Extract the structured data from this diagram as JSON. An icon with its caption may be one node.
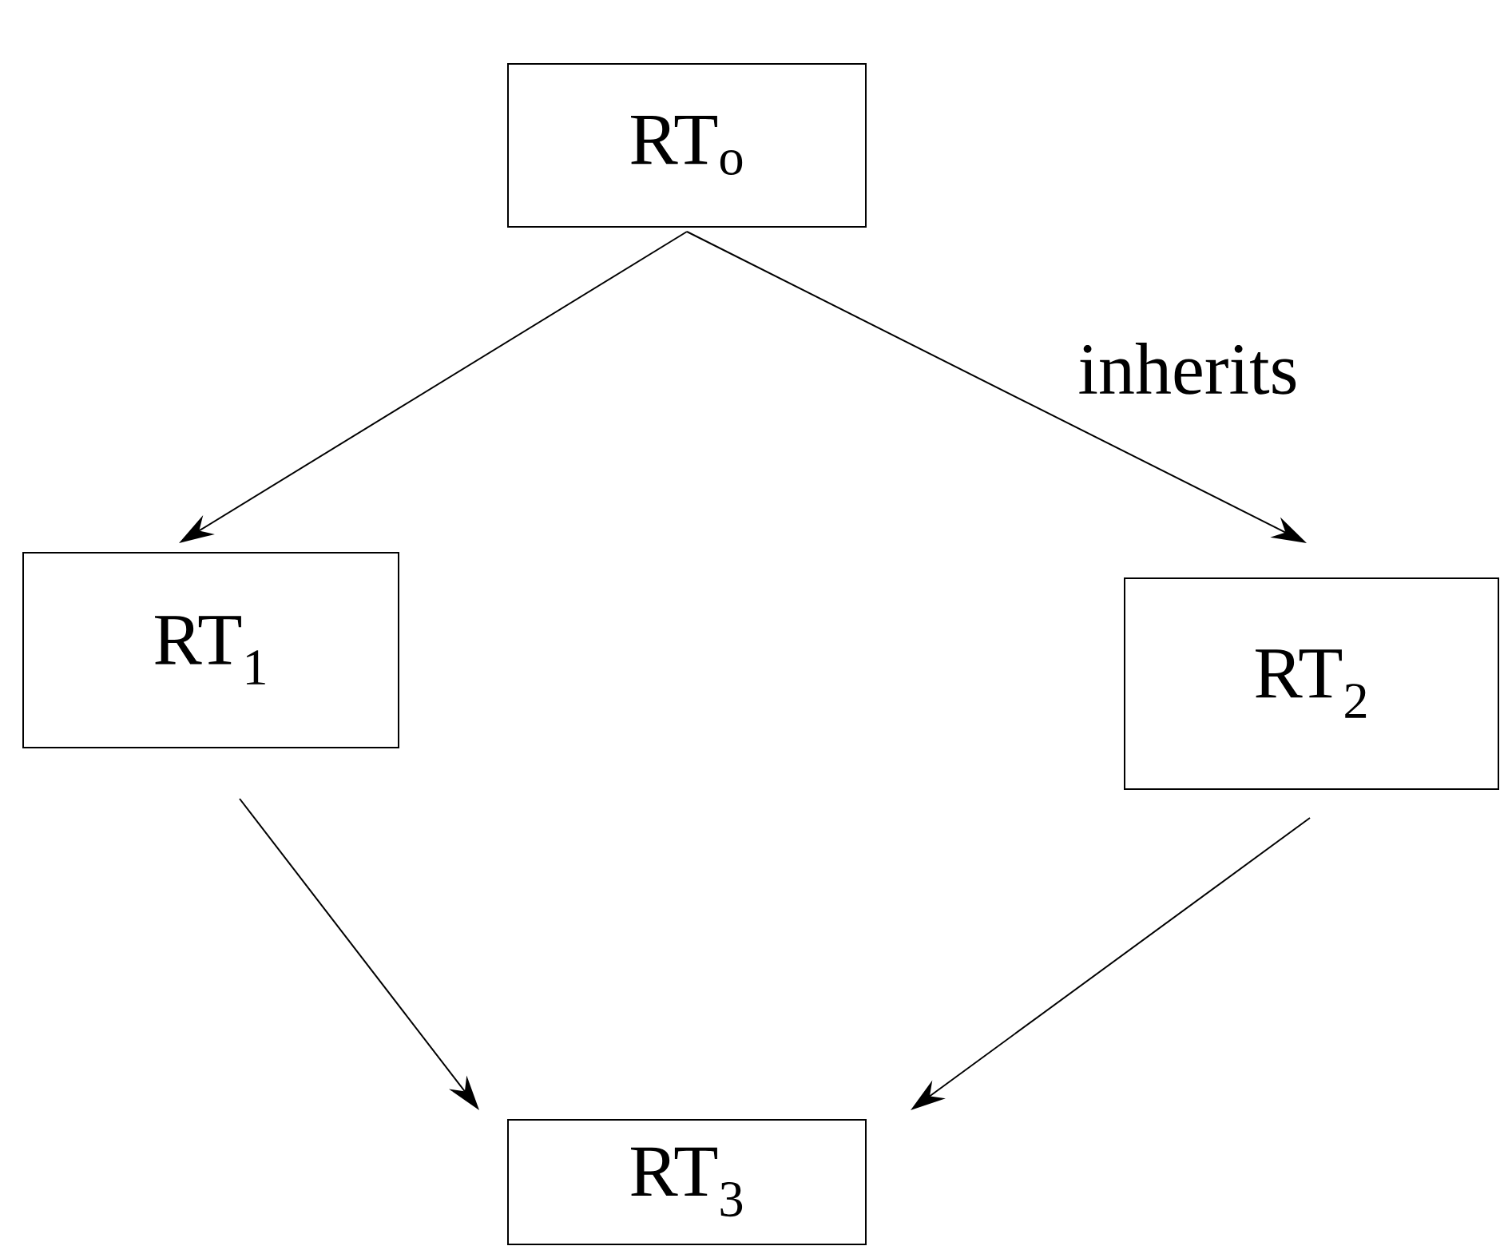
{
  "diagram": {
    "nodes": [
      {
        "text": [
          "RT$_{o}$"
        ]
      },
      {
        "text": [
          "RT$_{1}$"
        ]
      },
      {
        "text": [
          "RT$_{2}$"
        ]
      },
      {
        "text": [
          "RT$_{3}$"
        ]
      }
    ],
    "edges": [
      {
        "from": 0,
        "to": 1,
        "arrow": "to"
      },
      {
        "from": 0,
        "to": 2,
        "arrow": "to",
        "label": "inherits"
      },
      {
        "from": 1,
        "to": 3,
        "arrow": "to"
      },
      {
        "from": 2,
        "to": 3,
        "arrow": "to"
      }
    ]
  }
}
